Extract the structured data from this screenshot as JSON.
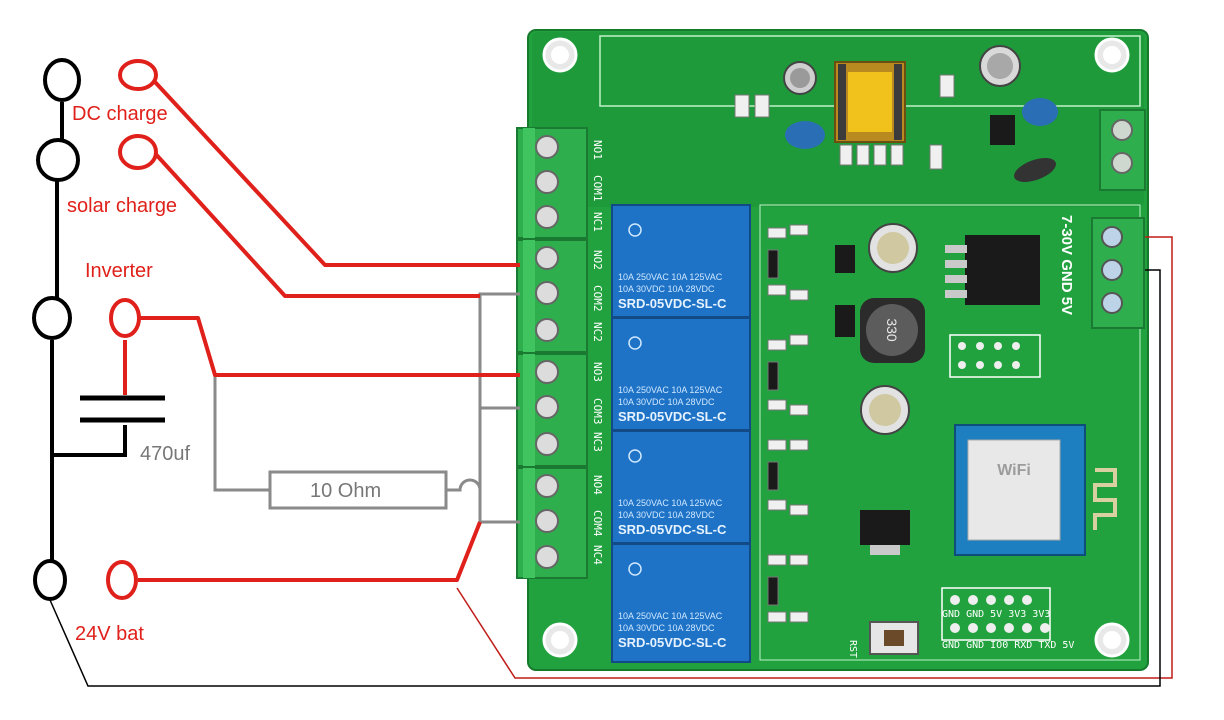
{
  "labels": {
    "dc_charge": "DC charge",
    "solar_charge": "solar charge",
    "inverter": "Inverter",
    "capacitor": "470uf",
    "resistor": "10 Ohm",
    "battery": "24V bat"
  },
  "board": {
    "terminal_labels": [
      "NO1",
      "COM1",
      "NC1",
      "NO2",
      "COM2",
      "NC2",
      "NO3",
      "COM3",
      "NC3",
      "NO4",
      "COM4",
      "NC4"
    ],
    "relay_lines": {
      "line1": "10A 250VAC  10A 125VAC",
      "line2": "10A 30VDC   10A 28VDC",
      "model": "SRD-05VDC-SL-C"
    },
    "inductor_value": "330",
    "power_terminal": "7-30V GND 5V",
    "button_label": "RST",
    "pin_header_top": "GND GND 5V 3V3 3V3",
    "pin_header_bottom": "GND GND IO0 RXD TXD 5V",
    "wifi_module_label": "WiFi"
  },
  "colors": {
    "red_wire": "#e0201a",
    "grey_wire": "#8a8a8a",
    "black_wire": "#000000",
    "pcb_green": "#1f9b3a",
    "relay_blue": "#1f73c7",
    "terminal_green": "#2fae4e"
  }
}
